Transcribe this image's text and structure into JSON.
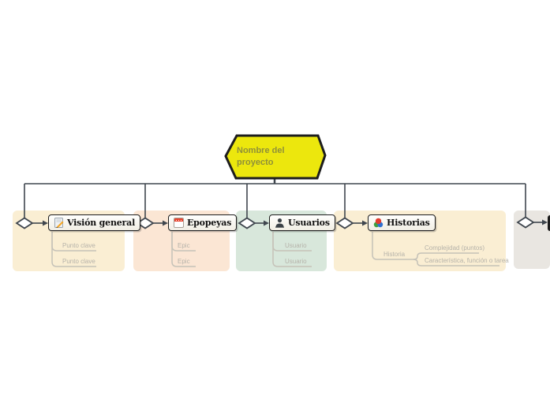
{
  "root": {
    "label": "Nombre del proyecto"
  },
  "colors": {
    "root_fill": "#ece70d",
    "root_border": "#1d1d1d",
    "root_text": "#8f9039",
    "line": "#3f464e",
    "child_line": "#c5c2b8",
    "child_text": "#b5b2a9",
    "node_border": "#1c1c1c"
  },
  "branches": [
    {
      "label": "Visión general",
      "icon": "notepad-pencil-icon",
      "bg": "#faeed3",
      "children": [
        "Punto clave",
        "Punto clave"
      ]
    },
    {
      "label": "Epopeyas",
      "icon": "calendar-icon",
      "calendar_day": "17",
      "bg": "#fbe6d4",
      "children": [
        "Epic",
        "Epic"
      ]
    },
    {
      "label": "Usuarios",
      "icon": "user-icon",
      "bg": "#d8e7db",
      "children": [
        "Usuario",
        "Usuario"
      ]
    },
    {
      "label": "Historias",
      "icon": "stories-icon",
      "bg": "#faeed3",
      "children": [
        "Historia"
      ],
      "grandchildren": [
        "Complejidad (puntos)",
        "Característica, función o tarea"
      ]
    },
    {
      "label": "",
      "bg": "#e9e6e1",
      "partial": true
    }
  ]
}
